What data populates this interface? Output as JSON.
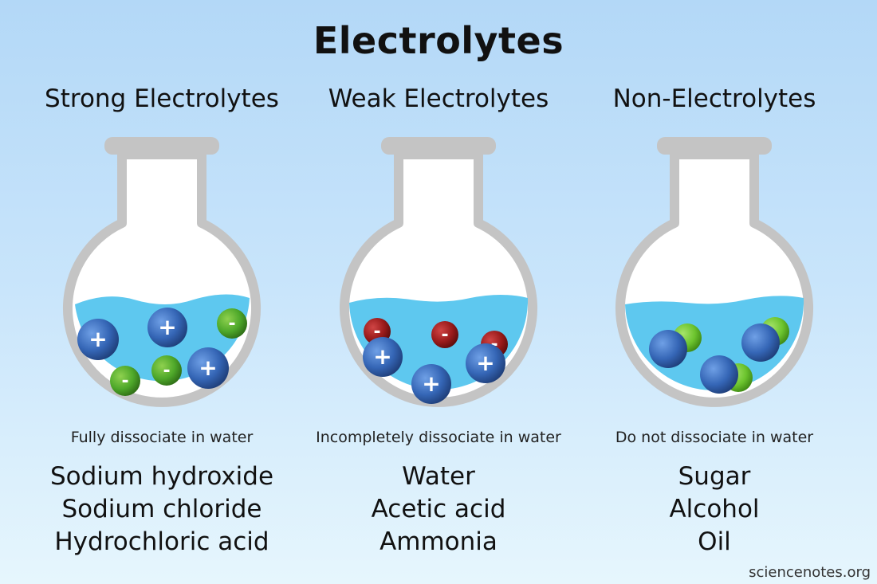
{
  "title": "Electrolytes",
  "colors": {
    "water": "#5ec8ef",
    "flask_glass": "#c4c4c4",
    "positive_ion": "#3566b6",
    "negative_ion_strong": "#4ea82a",
    "negative_ion_weak": "#9a1b1b",
    "molecule_big": "#3566b6",
    "molecule_small": "#6cc42e"
  },
  "columns": [
    {
      "heading": "Strong Electrolytes",
      "flask_contents": "fully dissociated ions",
      "description": "Fully dissociate in water",
      "examples": [
        "Sodium hydroxide",
        "Sodium chloride",
        "Hydrochloric acid"
      ]
    },
    {
      "heading": "Weak Electrolytes",
      "flask_contents": "partially dissociated ions",
      "description": "Incompletely dissociate in water",
      "examples": [
        "Water",
        "Acetic acid",
        "Ammonia"
      ]
    },
    {
      "heading": "Non-Electrolytes",
      "flask_contents": "undissociated molecules",
      "description": "Do not dissociate in water",
      "examples": [
        "Sugar",
        "Alcohol",
        "Oil"
      ]
    }
  ],
  "ion_signs": {
    "positive": "+",
    "negative": "-"
  },
  "source": "sciencenotes.org"
}
